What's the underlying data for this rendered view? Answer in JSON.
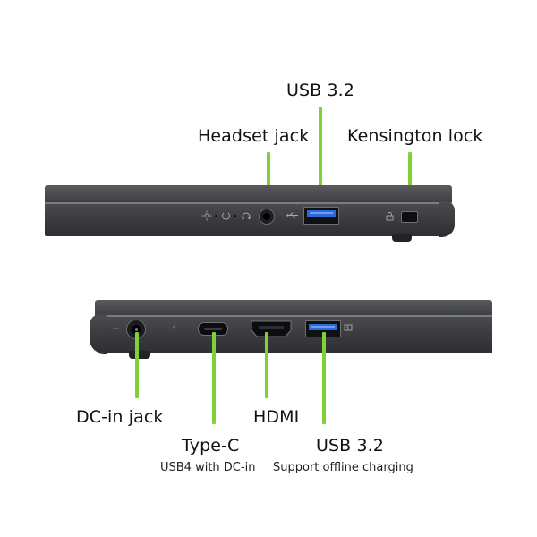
{
  "top_view": {
    "labels": {
      "usb": "USB 3.2",
      "headset": "Headset jack",
      "kensington": "Kensington lock"
    },
    "icons": [
      "sun-indicator-icon",
      "power-indicator-icon",
      "headset-icon",
      "usb-symbol-icon",
      "lock-icon"
    ]
  },
  "bottom_view": {
    "labels": {
      "dc_in": "DC-in jack",
      "type_c": "Type-C",
      "type_c_sub": "USB4 with DC-in",
      "hdmi": "HDMI",
      "usb": "USB 3.2",
      "usb_sub": "Support offline charging"
    }
  },
  "colors": {
    "accent_line": "#7fd134",
    "usb_port_blue": "#2a6ad9",
    "chassis": "#3c3d40"
  }
}
